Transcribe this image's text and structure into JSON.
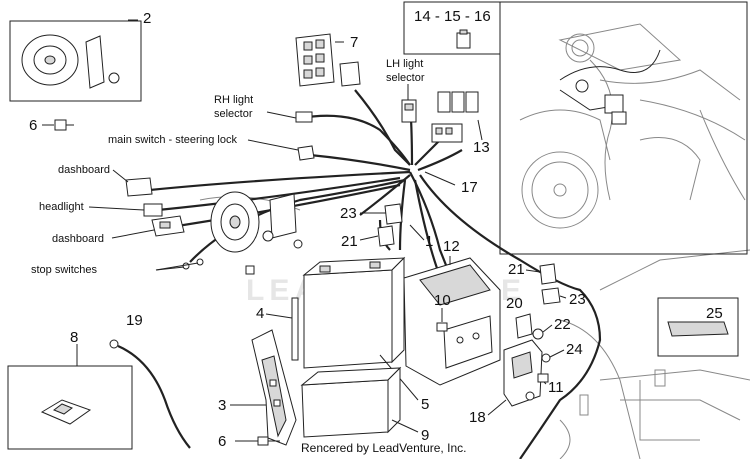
{
  "callouts": {
    "n2": "2",
    "n6a": "6",
    "n7": "7",
    "n8": "8",
    "n1": "1",
    "n3": "3",
    "n4": "4",
    "n5": "5",
    "n6b": "6",
    "n9": "9",
    "n10": "10",
    "n11": "11",
    "n12": "12",
    "n13": "13",
    "n1415": "14 - 15 - 16",
    "n17": "17",
    "n18": "18",
    "n19": "19",
    "n20": "20",
    "n21a": "21",
    "n21b": "21",
    "n22": "22",
    "n23a": "23",
    "n23b": "23",
    "n24": "24",
    "n25": "25"
  },
  "labels": {
    "rh_1": "RH light",
    "rh_2": "selector",
    "lh_1": "LH light",
    "lh_2": "selector",
    "main_switch": "main switch - steering lock",
    "dashboard_1": "dashboard",
    "headlight": "headlight",
    "dashboard_2": "dashboard",
    "stop_switches": "stop switches"
  },
  "watermark": "LEADVENTURE",
  "credit": "Rencered by LeadVenture, Inc."
}
